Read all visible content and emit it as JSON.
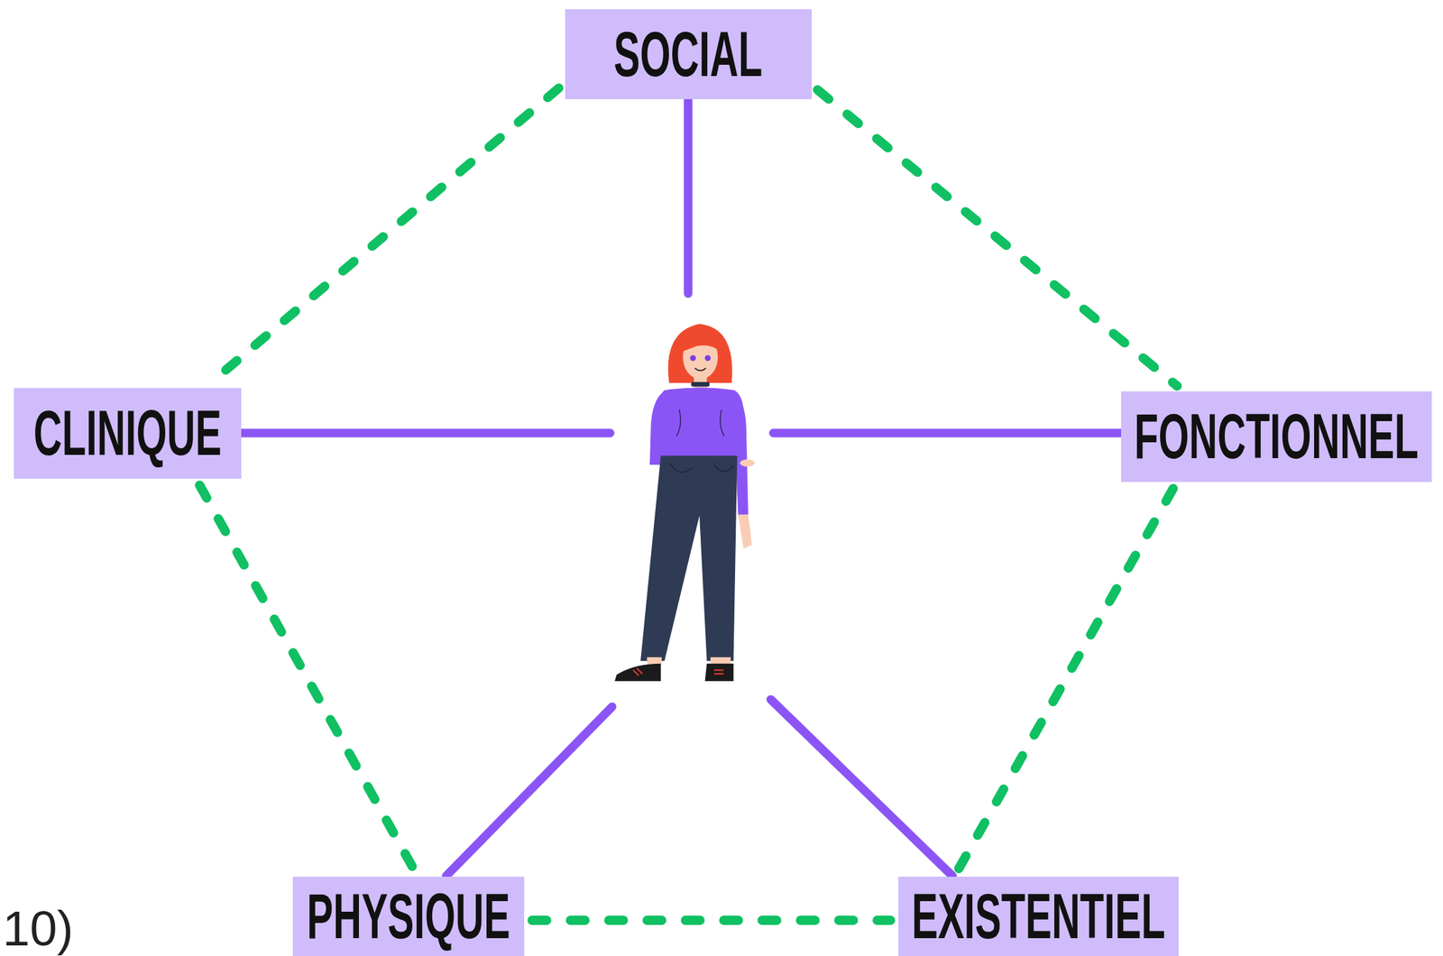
{
  "diagram": {
    "nodes": [
      {
        "text": [
          "SOCIAL"
        ]
      },
      {
        "text": [
          "CLINIQUE"
        ]
      },
      {
        "text": [
          "FONCTIONNEL"
        ]
      },
      {
        "text": [
          "PHYSIQUE"
        ]
      },
      {
        "text": [
          "EXISTENTIEL"
        ]
      }
    ],
    "edges": [
      {
        "from": 0,
        "to": 1,
        "arrow": "none"
      },
      {
        "from": 0,
        "to": 2,
        "arrow": "none"
      },
      {
        "from": 1,
        "to": 3,
        "arrow": "none"
      },
      {
        "from": 2,
        "to": 4,
        "arrow": "none"
      },
      {
        "from": 3,
        "to": 4,
        "arrow": "none"
      }
    ],
    "labels": [
      "10)"
    ]
  }
}
